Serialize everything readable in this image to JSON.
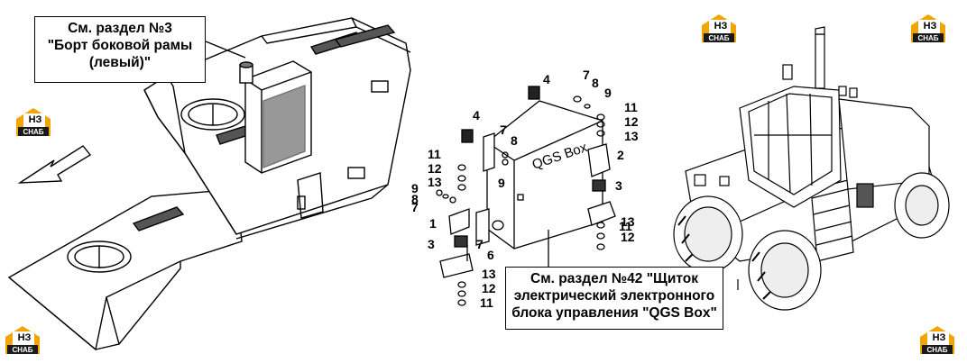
{
  "callouts": {
    "left": [
      "См. раздел №3",
      "\"Борт боковой рамы",
      "(левый)\""
    ],
    "right": [
      "См. раздел №42 \"Щиток",
      "электрический электронного",
      "блока управления \"QGS Box\""
    ]
  },
  "box_label": "QGS Box",
  "part_numbers": [
    "1",
    "2",
    "3",
    "3",
    "4",
    "4",
    "6",
    "7",
    "7",
    "7",
    "7",
    "8",
    "8",
    "8",
    "9",
    "9",
    "9",
    "11",
    "11",
    "11",
    "11",
    "12",
    "12",
    "12",
    "12",
    "13",
    "13",
    "13",
    "13"
  ],
  "logo": {
    "main": "НЗ",
    "sub": "СНАБ",
    "colors": {
      "accent": "#f0a500",
      "dark": "#1a1a1a"
    }
  },
  "colors": {
    "line": "#000000",
    "background": "#ffffff"
  }
}
